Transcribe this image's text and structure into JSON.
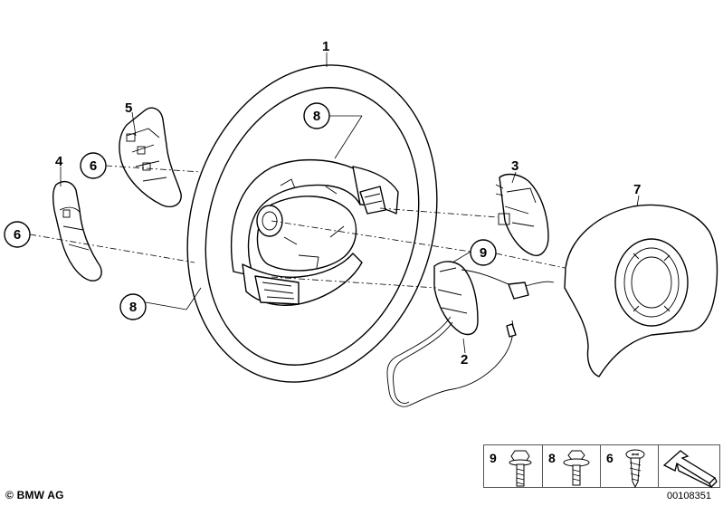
{
  "callouts": {
    "c1": "1",
    "c2": "2",
    "c3": "3",
    "c4": "4",
    "c5": "5",
    "c6a": "6",
    "c6b": "6",
    "c7": "7",
    "c8a": "8",
    "c8b": "8",
    "c9": "9"
  },
  "legend": [
    {
      "number": "9",
      "icon": "hex-flange-bolt-icon"
    },
    {
      "number": "8",
      "icon": "washer-bolt-icon"
    },
    {
      "number": "6",
      "icon": "torx-screw-icon"
    },
    {
      "number": "",
      "icon": "arrow-icon"
    }
  ],
  "footer": {
    "copyright": "© BMW AG",
    "document_number": "00108351"
  }
}
